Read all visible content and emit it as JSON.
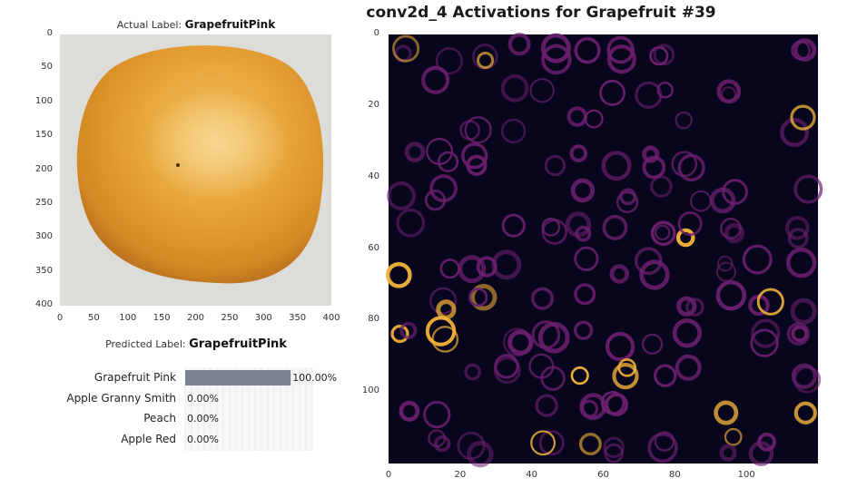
{
  "main_title": "conv2d_4 Activations for Grapefruit #39",
  "image_panel": {
    "actual_prefix": "Actual Label: ",
    "actual_value": "GrapefruitPink",
    "xticks": [
      "0",
      "50",
      "100",
      "150",
      "200",
      "250",
      "300",
      "350",
      "400"
    ],
    "yticks": [
      "0",
      "50",
      "100",
      "150",
      "200",
      "250",
      "300",
      "350",
      "400"
    ]
  },
  "prediction": {
    "predicted_prefix": "Predicted Label: ",
    "predicted_value": "GrapefruitPink"
  },
  "activation_panel": {
    "xticks": [
      "0",
      "20",
      "40",
      "60",
      "80",
      "100"
    ],
    "yticks": [
      "0",
      "20",
      "40",
      "60",
      "80",
      "100"
    ],
    "colors": {
      "background": "#07061c",
      "mid": "#6b1f6e",
      "high": "#f5b33a"
    }
  },
  "chart_data": {
    "type": "bar",
    "orientation": "horizontal",
    "categories": [
      "Grapefruit Pink",
      "Apple Granny Smith",
      "Peach",
      "Apple Red"
    ],
    "values": [
      100.0,
      0.0,
      0.0,
      0.0
    ],
    "value_labels": [
      "100.00%",
      "0.00%",
      "0.00%",
      "0.00%"
    ],
    "xlim": [
      0,
      100
    ],
    "bar_color": "#7a8394"
  }
}
